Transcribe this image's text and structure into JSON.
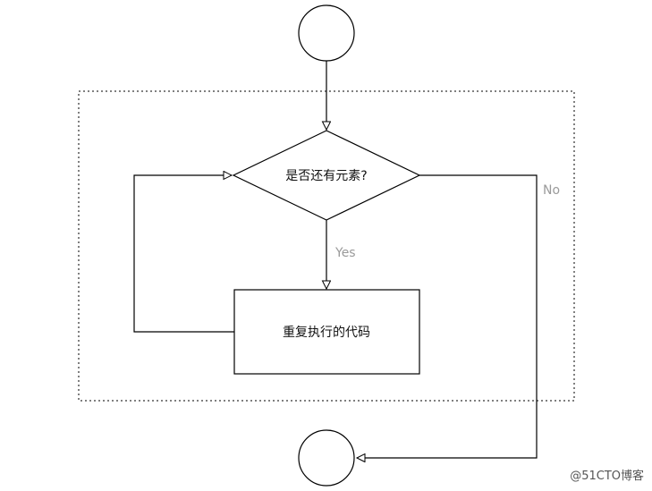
{
  "nodes": {
    "decision_label": "是否还有元素?",
    "process_label": "重复执行的代码"
  },
  "edges": {
    "yes_label": "Yes",
    "no_label": "No"
  },
  "watermark": "@51CTO博客",
  "colors": {
    "stroke": "#000000",
    "label_gray": "#9a9a9a"
  }
}
